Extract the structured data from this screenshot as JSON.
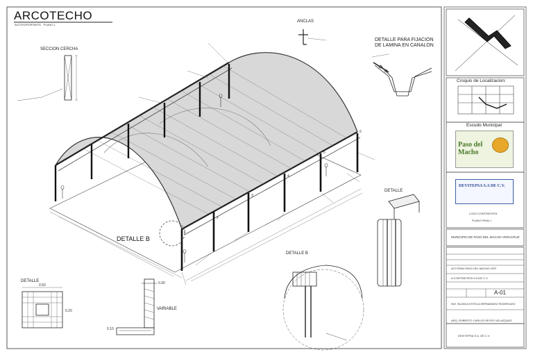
{
  "header": {
    "title": "ARCOTECHO",
    "subtitle": "AUTOSOPORTANTE  -  PLANO 1"
  },
  "labels": {
    "seccion_cercha": "SECCION CERCHA",
    "anclas": "ANCLAS",
    "detalle_fijacion_1": "DETALLE  PARA FIJACION",
    "detalle_fijacion_2": "DE LAMINA EN CANALON",
    "detalle_b": "DETALLE B",
    "detalle_b_sub": "DETALLE B",
    "detalle_zapata": "DETALLE",
    "detalle_right": "DETALLE",
    "variable": "VARIABLE",
    "dim_050": "0.50",
    "dim_030": "0.30",
    "dim_010": "0.10",
    "dim_020": "0.20",
    "num1": "1",
    "num2": "2",
    "num3": "3",
    "num4": "4",
    "num5": "5",
    "num6": "6"
  },
  "title_block": {
    "croquis": "Croquis de Localizacion:",
    "escudo": "Escudo Municipal",
    "muni_logo_1": "Paso del",
    "muni_logo_2": "Macho",
    "dev_logo": "DEVITEPSA S.A DE C.V.",
    "logo_contratista": "LOGO CONTRATISTA",
    "plano_final": "PLANO  FINAL I",
    "municipio": "MUNICIPIO DE PASO DEL MACHO VERACRUZ",
    "localidad": "ACTOPAN  PASO DEL MACHO VER",
    "obra": "A  CONTRATISTA S.A DE C.V",
    "sheet_no": "A-01",
    "firma1": "ING. BLANCA ESTELA HERNANDEZ RODRIGUEZ",
    "firma2": "ARQ. ROBERTO CARLOS REYES VELAZQUEZ",
    "firma3": "DEVITEPSA S.A. DE C.V."
  },
  "colors": {
    "line": "#222222",
    "roof": "#555555",
    "logo_green": "#4a7a2a",
    "logo_blue": "#2a4a90"
  }
}
